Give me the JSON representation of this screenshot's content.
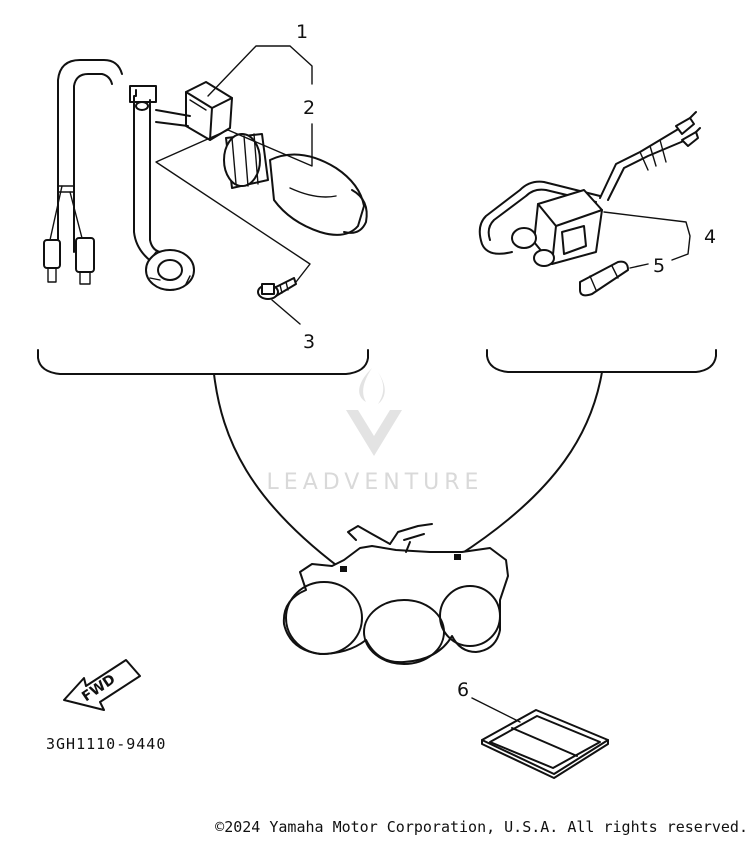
{
  "diagram": {
    "callouts": [
      "1",
      "2",
      "3",
      "4",
      "5",
      "6"
    ],
    "part_number": "3GH1110-9440",
    "fwd_label": "FWD",
    "watermark": "LEADVENTURE",
    "copyright": "©2024 Yamaha Motor Corporation, U.S.A. All rights reserved."
  },
  "colors": {
    "ink": "#111111",
    "watermark": "#d9d9d9",
    "background": "#ffffff"
  },
  "icons": {
    "watermark_logo": "leadventure-flame-logo",
    "forward_arrow": "fwd-arrow-icon"
  }
}
